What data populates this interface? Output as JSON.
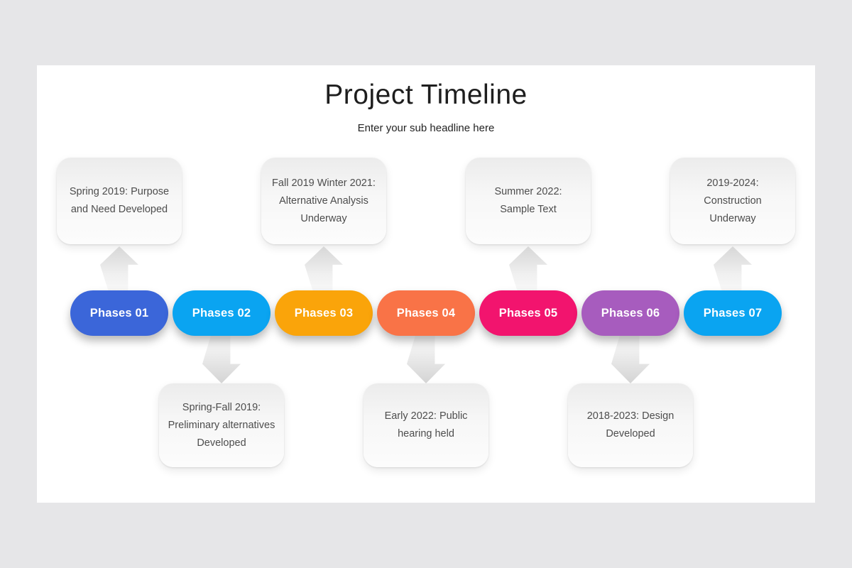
{
  "slide": {
    "title": "Project Timeline",
    "subtitle": "Enter your sub headline here"
  },
  "phases": [
    {
      "label": "Phases 01",
      "color": "#3b66d9",
      "callout_position": "above",
      "callout_lines": [
        "Spring 2019: Purpose",
        "and Need Developed"
      ]
    },
    {
      "label": "Phases 02",
      "color": "#0aa4f1",
      "callout_position": "below",
      "callout_lines": [
        "Spring-Fall 2019:",
        "Preliminary alternatives",
        "Developed"
      ]
    },
    {
      "label": "Phases 03",
      "color": "#faa40a",
      "callout_position": "above",
      "callout_lines": [
        "Fall 2019 Winter 2021:",
        "Alternative Analysis",
        "Underway"
      ]
    },
    {
      "label": "Phases 04",
      "color": "#f97347",
      "callout_position": "below",
      "callout_lines": [
        "Early 2022: Public",
        "hearing held"
      ]
    },
    {
      "label": "Phases 05",
      "color": "#f2146e",
      "callout_position": "above",
      "callout_lines": [
        "Summer 2022:",
        "Sample Text"
      ]
    },
    {
      "label": "Phases 06",
      "color": "#a75cbe",
      "callout_position": "below",
      "callout_lines": [
        "2018-2023: Design",
        "Developed"
      ]
    },
    {
      "label": "Phases 07",
      "color": "#0aa4f1",
      "callout_position": "above",
      "callout_lines": [
        "2019-2024:",
        "Construction",
        "Underway"
      ]
    }
  ]
}
